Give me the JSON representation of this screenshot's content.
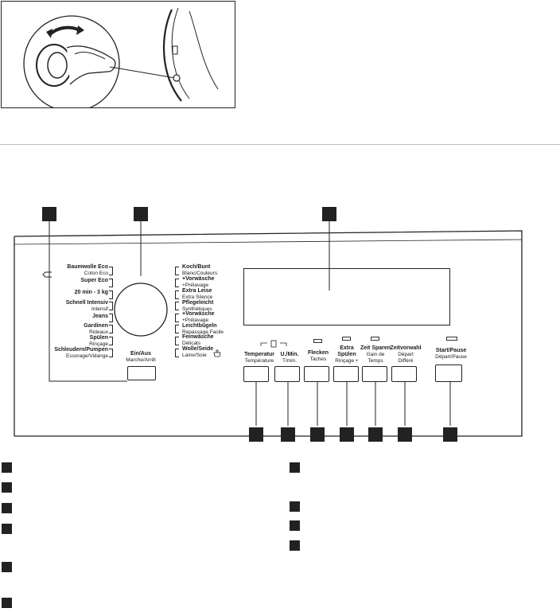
{
  "programs_left": [
    {
      "bold": "Baumwolle Eco",
      "normal": "Coton Eco"
    },
    {
      "bold": "Super Eco",
      "normal": ""
    },
    {
      "bold": "20 min - 3 kg",
      "normal": ""
    },
    {
      "bold": "Schnell Intensiv",
      "normal": "Intensif"
    },
    {
      "bold": "Jeans",
      "normal": ""
    },
    {
      "bold": "Gardinen",
      "normal": "Rideaux"
    },
    {
      "bold": "Spülen",
      "normal": "Rinçage"
    },
    {
      "bold": "Schleudern/Pumpen",
      "normal": "Essorage/Vidange"
    }
  ],
  "programs_right": [
    {
      "bold": "Koch/Bunt",
      "normal": "Blanc/Couleurs"
    },
    {
      "bold": "+Vorwäsche",
      "normal": "+Prélavage"
    },
    {
      "bold": "Extra Leise",
      "normal": "Extra Silence"
    },
    {
      "bold": "Pflegeleicht",
      "normal": "Synthétiques"
    },
    {
      "bold": "+Vorwäsche",
      "normal": "+Prélavage"
    },
    {
      "bold": "Leichtbügeln",
      "normal": "Repassage Facile"
    },
    {
      "bold": "Feinwäsche",
      "normal": "Délicats"
    },
    {
      "bold": "Wolle/Seide",
      "normal": "Laine/Soie"
    }
  ],
  "onoff": {
    "bold": "Ein/Aus",
    "normal": "Marche/Arrêt"
  },
  "buttons": [
    {
      "bold": "Temperatur",
      "normal": "Température"
    },
    {
      "bold": "U./Min.",
      "normal": "T/min."
    },
    {
      "bold": "Flecken",
      "normal": "Taches"
    },
    {
      "bold": "Extra Spülen",
      "normal": "Rinçage +"
    },
    {
      "bold": "Zeit Sparen",
      "normal": "Gain de Temps"
    },
    {
      "bold": "Zeitvorwahl",
      "normal": "Départ Différé"
    }
  ],
  "start": {
    "bold": "Start/Pause",
    "normal": "Départ/Pause"
  },
  "icons": {
    "door": "door-release-icon",
    "arrow": "rotate-arrow-icon",
    "wool": "wool-handwash-icon",
    "lock": "door-lock-icon"
  },
  "colors": {
    "ink": "#222222",
    "rule": "#bfbfbf"
  }
}
